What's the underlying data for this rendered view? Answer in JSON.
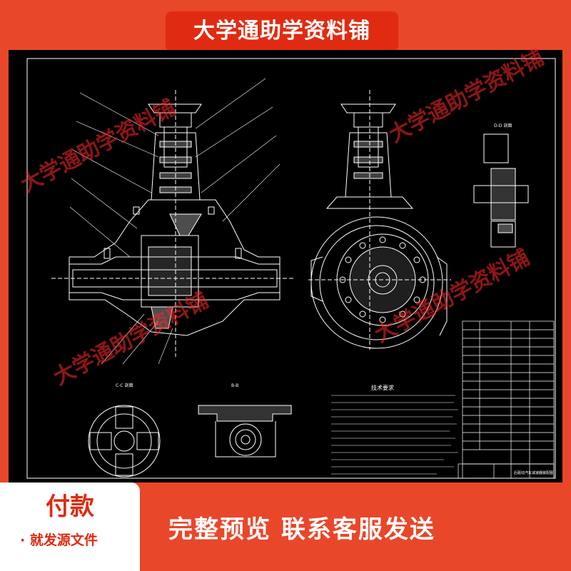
{
  "banner": {
    "title": "大学通助学资料铺"
  },
  "watermark": {
    "text": "大学通助学资料铺"
  },
  "drawing": {
    "section_labels": [
      "C-C 剖面",
      "B-B",
      "D-D 剖面"
    ],
    "notes_title": "技术要求",
    "title_block_main": "后驱动汽车减速器装配图"
  },
  "payment": {
    "title": "付款",
    "subtitle": "· 就发源文件"
  },
  "footer": {
    "text": "完整预览  联系客服发送"
  },
  "colors": {
    "accent": "#e8472a",
    "pill": "#e02b12",
    "sheet": "#000000",
    "lines": "#ffffff"
  }
}
